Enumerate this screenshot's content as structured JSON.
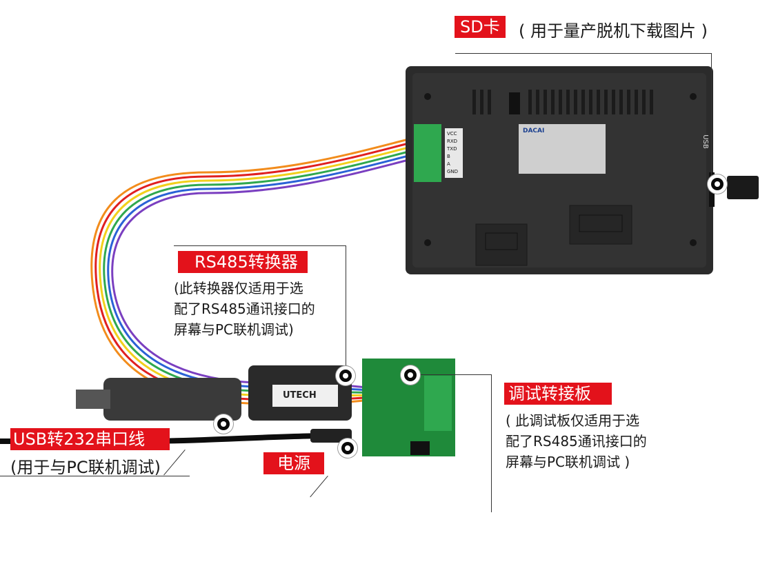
{
  "sd_card": {
    "tag": "SD卡",
    "desc": "( 用于量产脱机下载图片 )"
  },
  "rs485_converter": {
    "tag": "RS485转换器",
    "desc": [
      "(此转换器仅适用于选",
      "配了RS485通讯接口的",
      "屏幕与PC联机调试)"
    ]
  },
  "debug_board": {
    "tag": "调试转接板",
    "desc": [
      "( 此调试板仅适用于选",
      "配了RS485通讯接口的",
      "屏幕与PC联机调试 )"
    ]
  },
  "usb_cable": {
    "tag": "USB转232串口线",
    "desc": "(用于与PC联机调试)"
  },
  "power": {
    "tag": "电源"
  },
  "device": {
    "terminal_pins": [
      "VCC",
      "RXD",
      "TXD",
      "B",
      "A",
      "GND"
    ],
    "brand": "DACAI",
    "usb_label": "USB",
    "converter_brand": "UTECH"
  },
  "colors": {
    "accent": "#e3121b",
    "device_body": "#2b2b2b",
    "terminal": "#2fa84f",
    "pcb": "#1f8a3a"
  }
}
